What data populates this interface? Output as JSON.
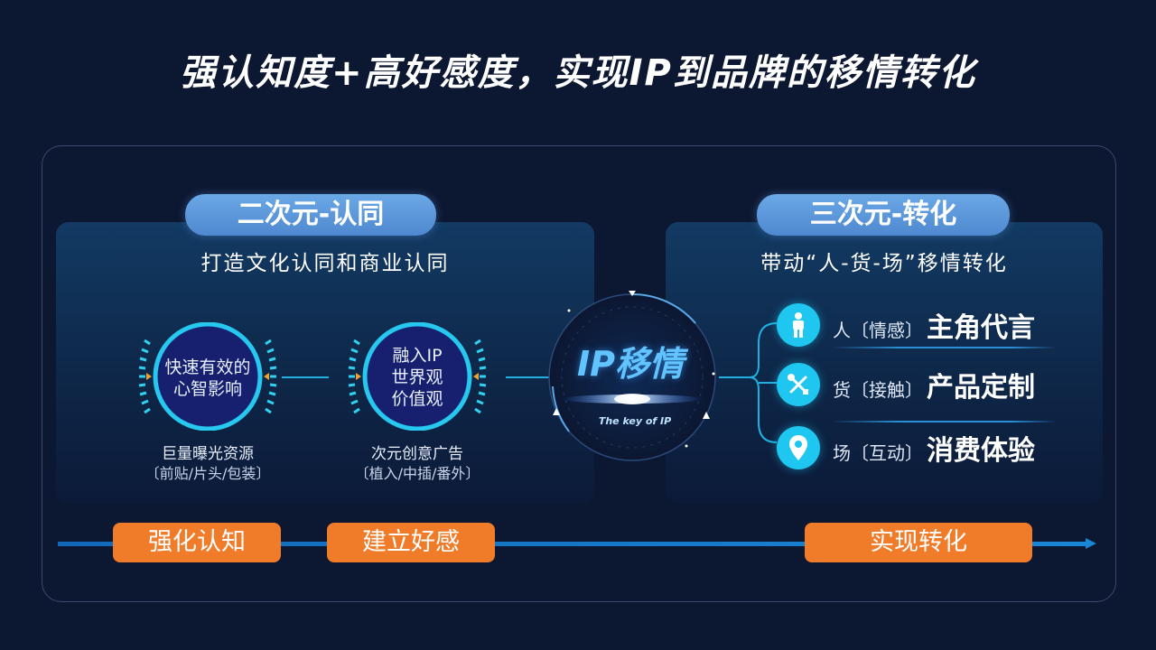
{
  "title": "强认知度+高好感度，实现IP到品牌的移情转化",
  "left_panel": {
    "pill": "二次元-认同",
    "subtitle": "打造文化认同和商业认同",
    "circle1_line1": "快速有效的",
    "circle1_line2": "心智影响",
    "caption1_main": "巨量曝光资源",
    "caption1_sub": "〔前贴/片头/包装〕",
    "circle2_line1": "融入IP",
    "circle2_line2": "世界观",
    "circle2_line3": "价值观",
    "caption2_main": "次元创意广告",
    "caption2_sub": "〔植入/中插/番外〕"
  },
  "center": {
    "label": "IP移情",
    "sub": "The key of IP"
  },
  "right_panel": {
    "pill": "三次元-转化",
    "subtitle": "带动“人-货-场”移情转化",
    "items": [
      {
        "icon": "person-icon",
        "small": "人〔情感〕",
        "big": "主角代言"
      },
      {
        "icon": "tools-icon",
        "small": "货〔接触〕",
        "big": "产品定制"
      },
      {
        "icon": "location-pin-icon",
        "small": "场〔互动〕",
        "big": "消费体验"
      }
    ]
  },
  "stages": [
    "强化认知",
    "建立好感",
    "实现转化"
  ],
  "colors": {
    "background": "#0c1731",
    "accent_blue": "#1ec6f0",
    "pill_blue": "#5b96da",
    "stage_orange": "#f07c2a",
    "center_text": "#62c4ff"
  }
}
